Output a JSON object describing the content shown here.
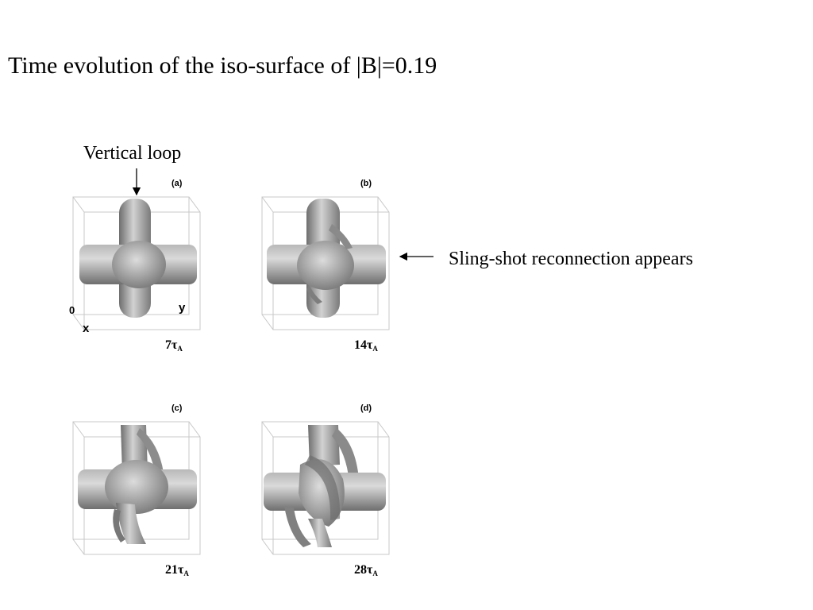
{
  "title": "Time evolution of the iso-surface of |B|=0.19",
  "annotations": {
    "vertical_loop": "Vertical loop",
    "sling_shot": "Sling-shot reconnection appears"
  },
  "axes": {
    "origin": "0",
    "y": "y",
    "x": "x"
  },
  "panels": [
    {
      "label": "(a)",
      "time_value": "7",
      "time_symbol": "τ",
      "time_subscript": "A"
    },
    {
      "label": "(b)",
      "time_value": "14",
      "time_symbol": "τ",
      "time_subscript": "A"
    },
    {
      "label": "(c)",
      "time_value": "21",
      "time_symbol": "τ",
      "time_subscript": "A"
    },
    {
      "label": "(d)",
      "time_value": "28",
      "time_symbol": "τ",
      "time_subscript": "A"
    }
  ],
  "colors": {
    "tube": "#9a9a9a",
    "tube_light": "#d2d2d2",
    "tube_dark": "#6e6e6e",
    "box_edge": "#c8c8c8"
  }
}
